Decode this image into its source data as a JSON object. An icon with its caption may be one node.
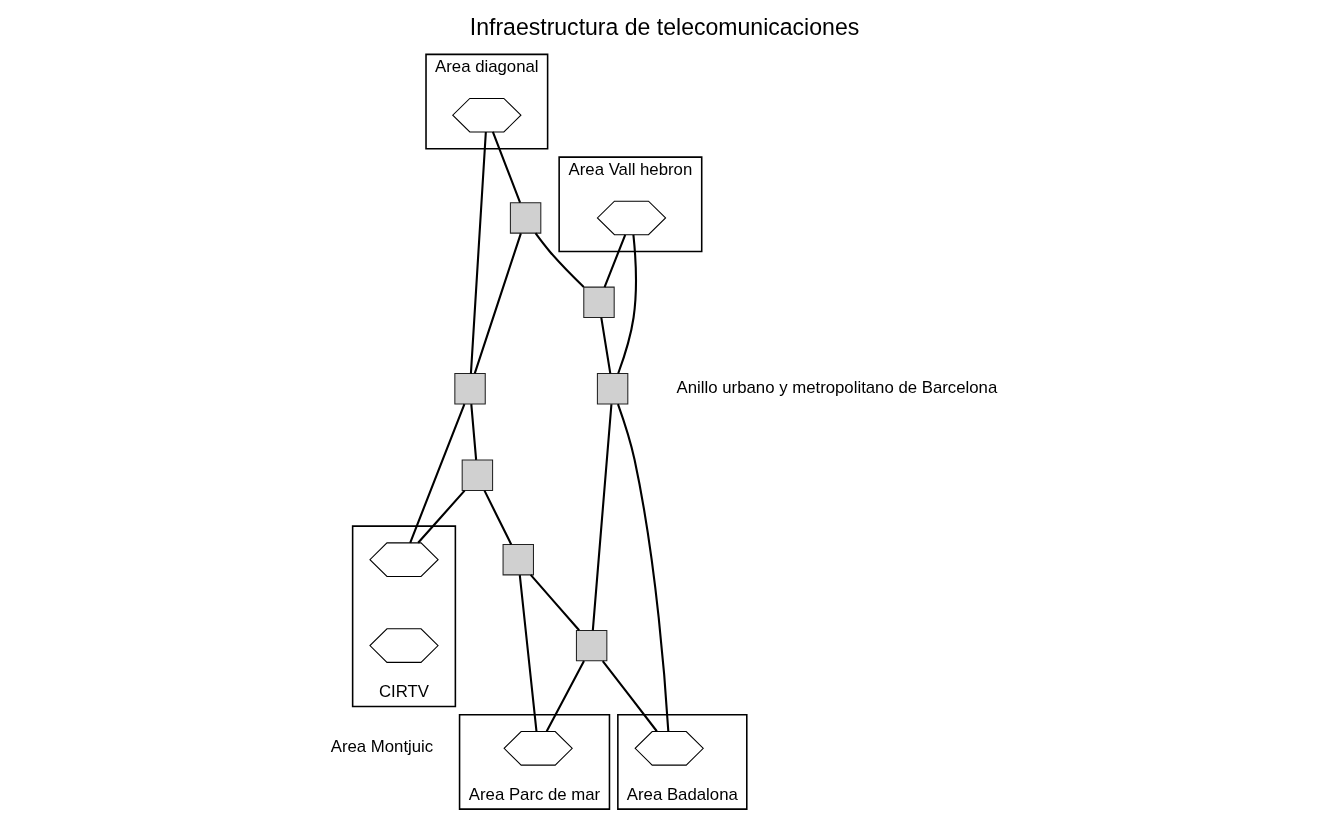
{
  "diagram": {
    "title": "Infraestructura de telecomunicaciones",
    "nodes": [
      {
        "text": [
          "Area diagonal"
        ]
      },
      {
        "text": [],
        "shape": "hexagon",
        "in": 0
      },
      {
        "text": [
          "Area Vall hebron"
        ]
      },
      {
        "text": [],
        "shape": "hexagon",
        "in": 2
      },
      {
        "text": [
          "CIRTV"
        ],
        "beside": [
          "Area Montjuic"
        ]
      },
      {
        "text": [],
        "shape": "hexagon",
        "in": 4
      },
      {
        "text": [],
        "shape": "hexagon",
        "in": 4
      },
      {
        "text": [
          "Area Parc de mar"
        ]
      },
      {
        "text": [],
        "shape": "hexagon",
        "in": 7
      },
      {
        "text": [
          "Area Badalona"
        ]
      },
      {
        "text": [],
        "shape": "hexagon",
        "in": 9
      },
      {
        "text": [],
        "shape": "box"
      },
      {
        "text": [],
        "shape": "box"
      },
      {
        "text": [],
        "shape": "box"
      },
      {
        "text": [],
        "shape": "box"
      },
      {
        "text": [],
        "shape": "box"
      },
      {
        "text": [],
        "shape": "box"
      },
      {
        "text": [],
        "shape": "box"
      }
    ],
    "edges": [
      {
        "from": 1,
        "to": 13,
        "arrow": "none"
      },
      {
        "from": 1,
        "to": 11,
        "arrow": "none"
      },
      {
        "from": 3,
        "to": 12,
        "arrow": "none"
      },
      {
        "from": 3,
        "to": 14,
        "arrow": "none"
      },
      {
        "from": 13,
        "to": 11,
        "arrow": "none"
      },
      {
        "from": 11,
        "to": 12,
        "arrow": "none"
      },
      {
        "from": 12,
        "to": 14,
        "arrow": "none"
      },
      {
        "from": 13,
        "to": 15,
        "arrow": "none"
      },
      {
        "from": 15,
        "to": 16,
        "arrow": "none"
      },
      {
        "from": 16,
        "to": 17,
        "arrow": "none"
      },
      {
        "from": 17,
        "to": 14,
        "arrow": "none"
      },
      {
        "from": 13,
        "to": 5,
        "arrow": "none"
      },
      {
        "from": 15,
        "to": 5,
        "arrow": "none"
      },
      {
        "from": 16,
        "to": 8,
        "arrow": "none"
      },
      {
        "from": 17,
        "to": 8,
        "arrow": "none"
      },
      {
        "from": 17,
        "to": 10,
        "arrow": "none"
      },
      {
        "from": 14,
        "to": 10,
        "arrow": "none"
      }
    ],
    "labels": [
      "Anillo urbano y metropolitano de Barcelona"
    ]
  }
}
